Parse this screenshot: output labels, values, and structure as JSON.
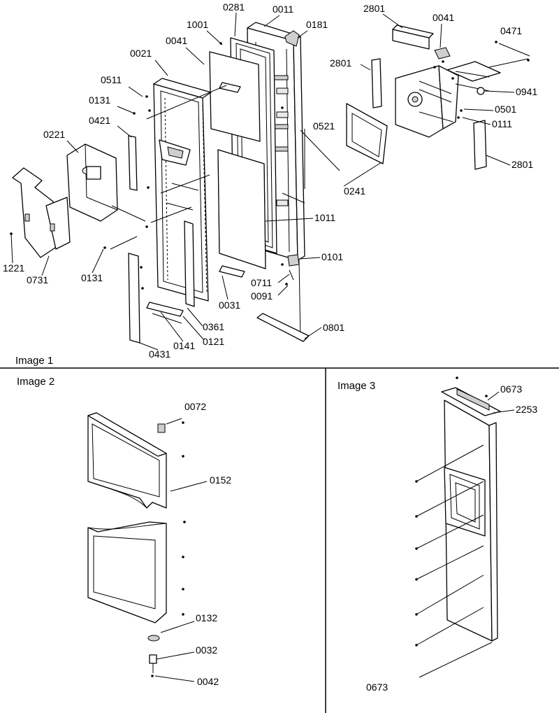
{
  "panels": [
    {
      "title": "Image 1"
    },
    {
      "title": "Image 2"
    },
    {
      "title": "Image 3"
    }
  ],
  "image1": {
    "labels": [
      "0281",
      "0011",
      "1001",
      "0181",
      "0041",
      "0021",
      "0511",
      "0131",
      "0421",
      "0221",
      "1221",
      "0731",
      "0131",
      "0031",
      "0711",
      "0091",
      "1011",
      "0101",
      "0361",
      "0121",
      "0141",
      "0431",
      "0801",
      "0521",
      "0241",
      "2801",
      "0041",
      "0471",
      "2801",
      "0941",
      "0501",
      "0111",
      "2801"
    ]
  },
  "image2": {
    "labels": [
      "0072",
      "0152",
      "0132",
      "0032",
      "0042"
    ]
  },
  "image3": {
    "labels": [
      "0673",
      "2253",
      "0673"
    ]
  }
}
